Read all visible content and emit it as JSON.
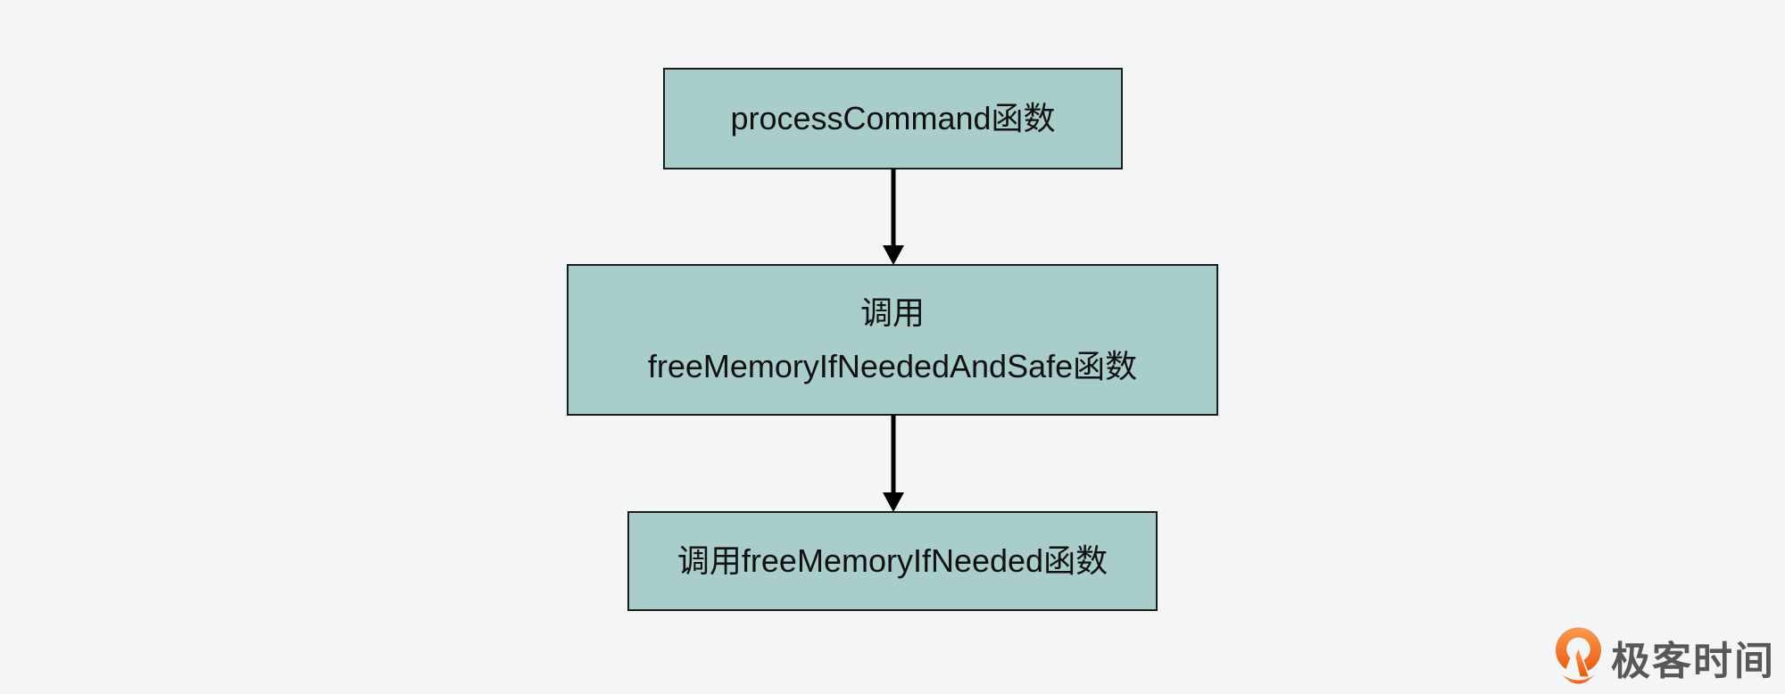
{
  "diagram": {
    "type": "flowchart",
    "nodes": [
      {
        "id": "process-command",
        "label": "processCommand函数"
      },
      {
        "id": "call-free-memory-if-needed-and-safe",
        "label_line1": "调用",
        "label_line2": "freeMemoryIfNeededAndSafe函数"
      },
      {
        "id": "call-free-memory-if-needed",
        "label": "调用freeMemoryIfNeeded函数"
      }
    ],
    "edges": [
      {
        "from": "process-command",
        "to": "call-free-memory-if-needed-and-safe",
        "style": "solid-arrow-down"
      },
      {
        "from": "call-free-memory-if-needed-and-safe",
        "to": "call-free-memory-if-needed",
        "style": "solid-arrow-down"
      }
    ]
  },
  "branding": {
    "logo_text": "极客时间",
    "logo_icon": "geektime-pin-icon"
  },
  "colors": {
    "background": "#f4f5f7",
    "node_fill": "#a8cdca",
    "node_border": "#1c1c1c",
    "node_text": "#111111",
    "arrow": "#000000",
    "logo_orange_light": "#f79b52",
    "logo_orange_dark": "#eb5a0d",
    "logo_text_color": "#595757"
  }
}
